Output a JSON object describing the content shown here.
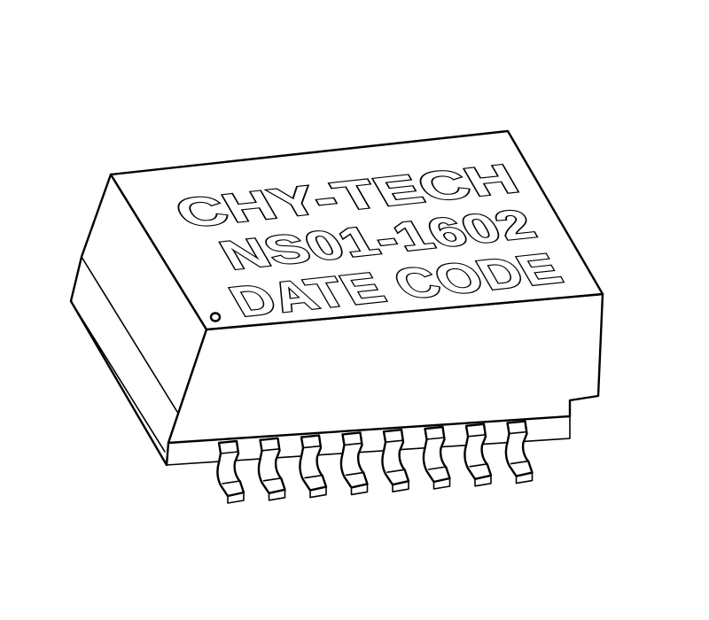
{
  "component": {
    "brand": "CHY-TECH",
    "part_number": "NS01-1602",
    "date_code": "DATE CODE",
    "pin_count_visible": 8,
    "colors": {
      "stroke": "#000000",
      "fill": "#ffffff"
    }
  }
}
